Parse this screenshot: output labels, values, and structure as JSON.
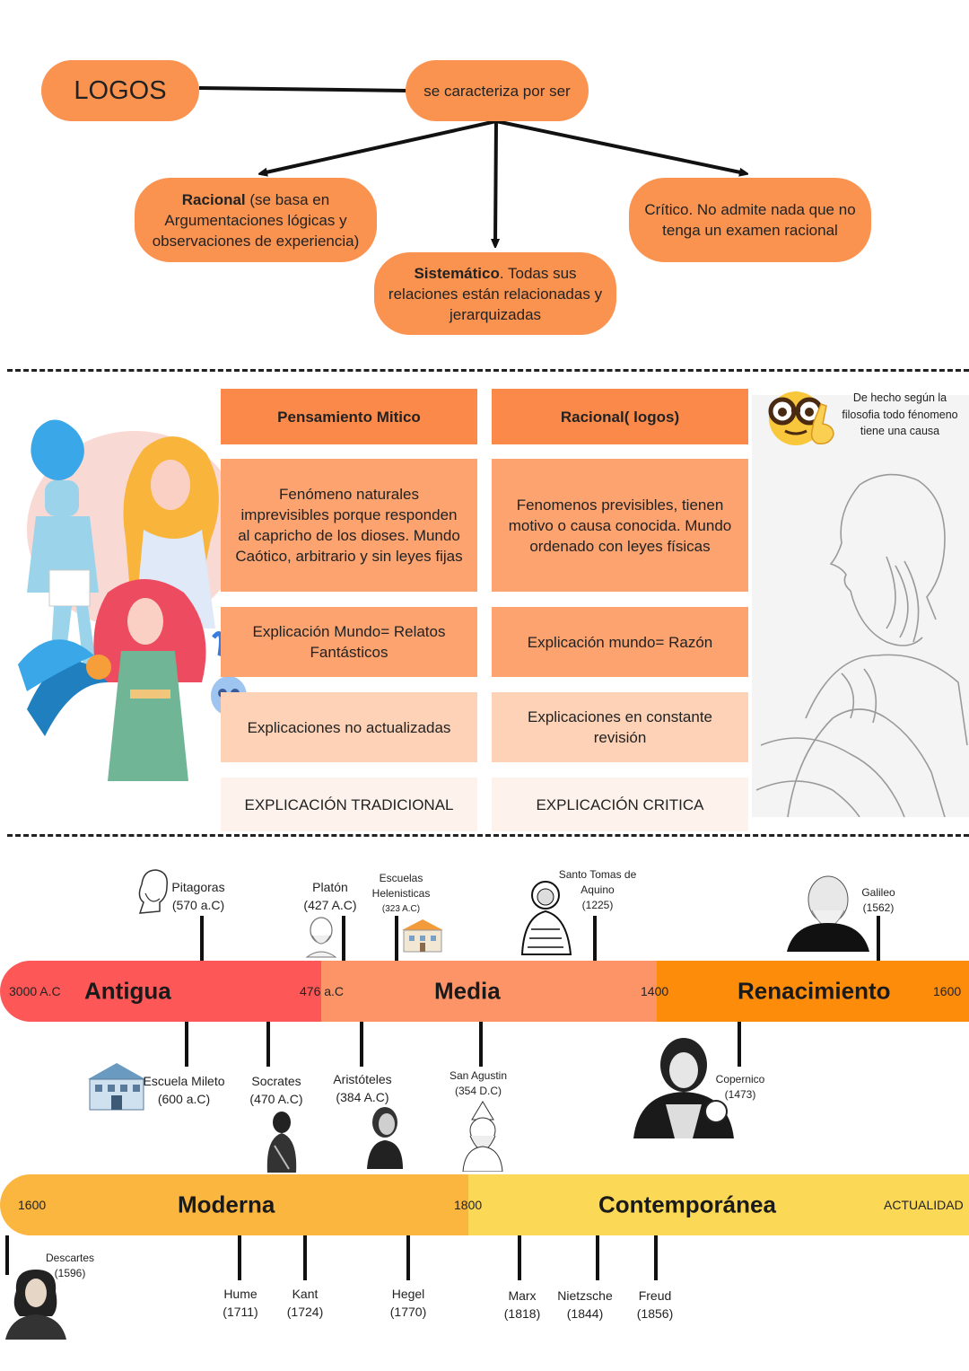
{
  "concept_map": {
    "root": "LOGOS",
    "connector": "se caracteriza por ser",
    "racional": {
      "bold": "Racional",
      "text": " (se basa en Argumentaciones lógicas y observaciones de experiencia)"
    },
    "sistematico": {
      "bold": "Sistemático",
      "text": ". Todas sus relaciones están relacionadas y jerarquizadas"
    },
    "critico": {
      "text": "Crítico. No admite nada que no tenga un examen racional"
    }
  },
  "comparison": {
    "headers": [
      "Pensamiento Mitico",
      "Racional( logos)"
    ],
    "rows": [
      [
        "Fenómeno naturales imprevisibles porque responden al capricho de los dioses. Mundo Caótico, arbitrario y sin leyes fijas",
        "Fenomenos previsibles, tienen motivo o causa conocida. Mundo ordenado con leyes físicas"
      ],
      [
        "Explicación Mundo=  Relatos Fantásticos",
        "Explicación mundo= Razón"
      ],
      [
        "Explicaciones no actualizadas",
        "Explicaciones en constante revisión"
      ],
      [
        "EXPLICACIÓN TRADICIONAL",
        "EXPLICACIÓN CRITICA"
      ]
    ],
    "note": "De hecho  según la filosofia todo fénomeno tiene una causa"
  },
  "timeline1": {
    "start": "3000 A.C",
    "eras": [
      {
        "name": "Antigua",
        "end": "476 a.C",
        "color": "#fd5857"
      },
      {
        "name": "Media",
        "end": "1400",
        "color": "#fd9468"
      },
      {
        "name": "Renacimiento",
        "end": "1600",
        "color": "#fd8c0b"
      }
    ],
    "above": [
      {
        "name": "Pitagoras",
        "date": "(570 a.C)"
      },
      {
        "name": "Platón",
        "date": "(427 A.C)"
      },
      {
        "name": "Escuelas Helenisticas",
        "line1": "Escuelas",
        "line2": "Helenisticas",
        "date": "(323 A.C)"
      },
      {
        "line1": "Santo Tomas de",
        "line2": "Aquino",
        "date": "(1225)"
      },
      {
        "name": "Galileo",
        "date": "(1562)"
      }
    ],
    "below": [
      {
        "name": "Escuela Mileto",
        "date": "(600 a.C)"
      },
      {
        "name": "Socrates",
        "date": "(470 A.C)"
      },
      {
        "name": "Aristóteles",
        "date": "(384 A.C)"
      },
      {
        "name": "San Agustin",
        "date": "(354 D.C)"
      },
      {
        "name": "Copernico",
        "date": "(1473)"
      }
    ]
  },
  "timeline2": {
    "start": "1600",
    "eras": [
      {
        "name": "Moderna",
        "end": "1800",
        "color": "#fbb640"
      },
      {
        "name": "Contemporánea",
        "end": "ACTUALIDAD",
        "color": "#fbd855"
      }
    ],
    "below": [
      {
        "name": "Descartes",
        "date": "(1596)"
      },
      {
        "name": "Hume",
        "date": "(1711)"
      },
      {
        "name": "Kant",
        "date": "(1724)"
      },
      {
        "name": "Hegel",
        "date": "(1770)"
      },
      {
        "name": "Marx",
        "date": "(1818)"
      },
      {
        "name": "Nietzsche",
        "date": "(1844)"
      },
      {
        "name": "Freud",
        "date": "(1856)"
      }
    ]
  }
}
